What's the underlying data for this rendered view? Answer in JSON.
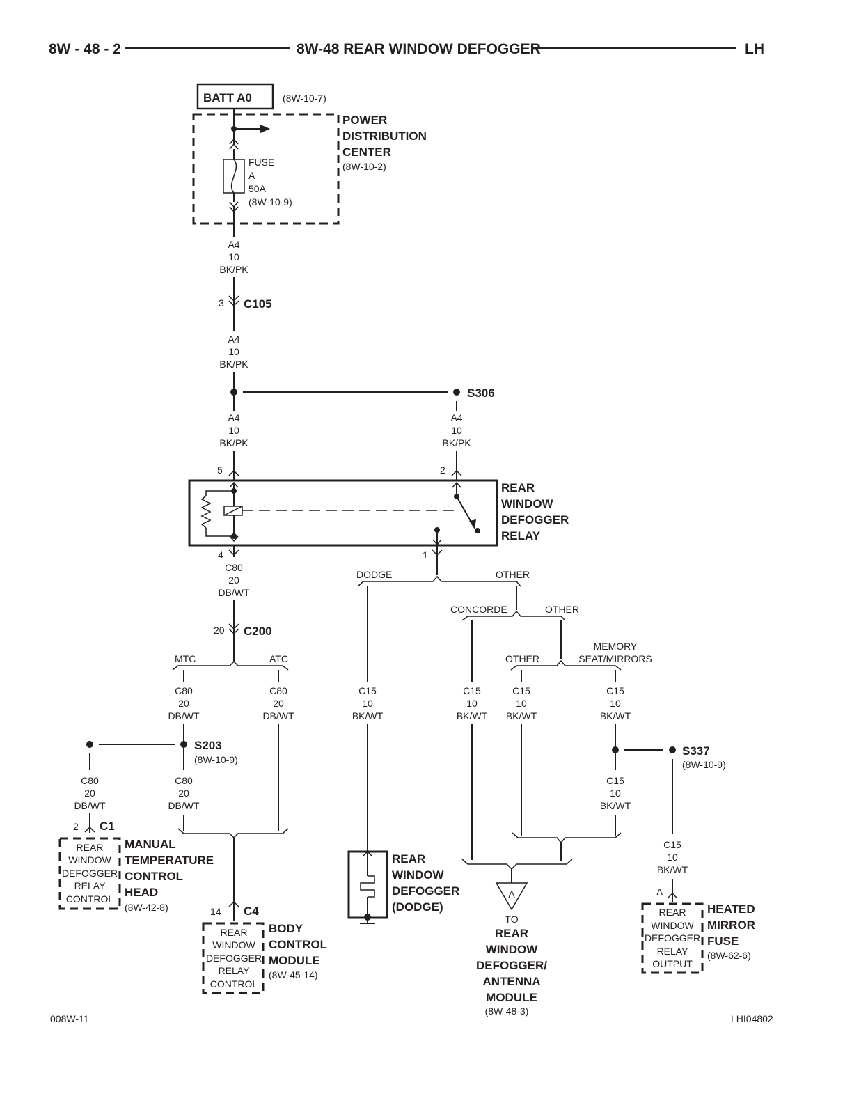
{
  "header": {
    "page_ref": "8W - 48 - 2",
    "title": "8W-48 REAR WINDOW DEFOGGER",
    "side": "LH"
  },
  "footer": {
    "left_code": "008W-11",
    "right_code": "LHI04802"
  },
  "batt": {
    "label": "BATT A0",
    "ref": "(8W-10-7)"
  },
  "pdc": {
    "name": [
      "POWER",
      "DISTRIBUTION",
      "CENTER"
    ],
    "ref": "(8W-10-2)",
    "fuse": [
      "FUSE",
      "A",
      "50A",
      "(8W-10-9)"
    ]
  },
  "wires": {
    "a4": [
      "A4",
      "10",
      "BK/PK"
    ],
    "c80": [
      "C80",
      "20",
      "DB/WT"
    ],
    "c15": [
      "C15",
      "10",
      "BK/WT"
    ]
  },
  "connectors": {
    "c105": {
      "name": "C105",
      "pin": "3"
    },
    "c200": {
      "name": "C200",
      "pin": "20"
    },
    "c1": {
      "name": "C1",
      "pin": "2"
    },
    "c4": {
      "name": "C4",
      "pin": "14"
    },
    "heated_fuse_pin": "A"
  },
  "splices": {
    "s306": {
      "name": "S306"
    },
    "s203": {
      "name": "S203",
      "ref": "(8W-10-9)"
    },
    "s337": {
      "name": "S337",
      "ref": "(8W-10-9)"
    }
  },
  "relay": {
    "name": [
      "REAR",
      "WINDOW",
      "DEFOGGER",
      "RELAY"
    ],
    "pins": {
      "p5": "5",
      "p2": "2",
      "p4": "4",
      "p1": "1"
    }
  },
  "branches": {
    "dodge": "DODGE",
    "other1": "OTHER",
    "concorde": "CONCORDE",
    "other2": "OTHER",
    "other3": "OTHER",
    "memory": [
      "MEMORY",
      "SEAT/MIRRORS"
    ],
    "mtc": "MTC",
    "atc": "ATC"
  },
  "components": {
    "mtc_head": {
      "name": [
        "MANUAL",
        "TEMPERATURE",
        "CONTROL",
        "HEAD"
      ],
      "ref": "(8W-42-8)",
      "box": [
        "REAR",
        "WINDOW",
        "DEFOGGER",
        "RELAY",
        "CONTROL"
      ]
    },
    "bcm": {
      "name": [
        "BODY",
        "CONTROL",
        "MODULE"
      ],
      "ref": "(8W-45-14)",
      "box": [
        "REAR",
        "WINDOW",
        "DEFOGGER",
        "RELAY",
        "CONTROL"
      ]
    },
    "defogger": {
      "name": [
        "REAR",
        "WINDOW",
        "DEFOGGER",
        "(DODGE)"
      ]
    },
    "to_module": {
      "arrow": "A",
      "to": "TO",
      "name": [
        "REAR",
        "WINDOW",
        "DEFOGGER/",
        "ANTENNA",
        "MODULE"
      ],
      "ref": "(8W-48-3)"
    },
    "heated_fuse": {
      "name": [
        "HEATED",
        "MIRROR",
        "FUSE"
      ],
      "ref": "(8W-62-6)",
      "box": [
        "REAR",
        "WINDOW",
        "DEFOGGER",
        "RELAY",
        "OUTPUT"
      ]
    }
  }
}
